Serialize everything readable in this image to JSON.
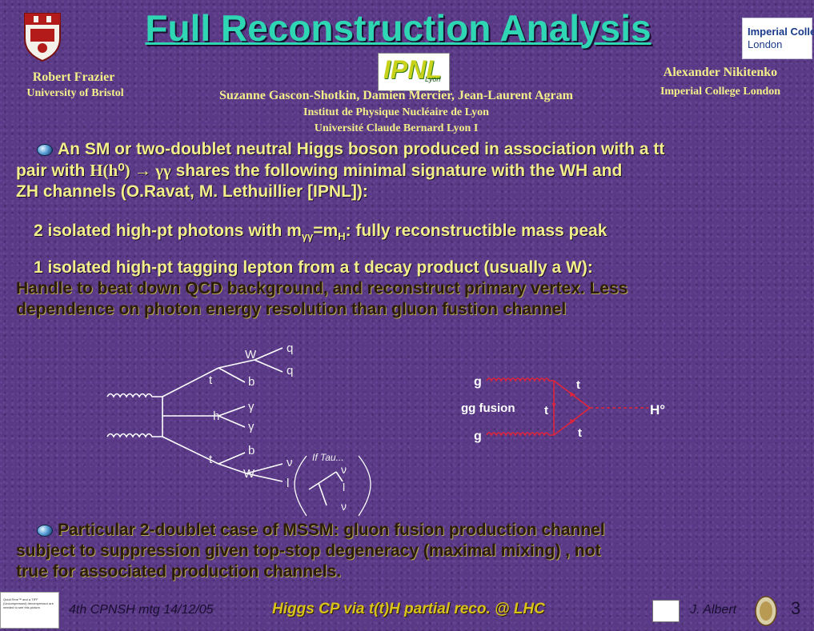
{
  "slide": {
    "title": "Full Reconstruction Analysis",
    "authors": {
      "left_name": "Robert Frazier",
      "left_affil": "University of Bristol",
      "right_name": "Alexander Nikitenko",
      "right_affil": "Imperial College London",
      "center_names": "Suzanne Gascon-Shotkin, Damien Mercier, Jean-Laurent Agram",
      "center_affil1": "Institut de Physique Nucléaire de Lyon",
      "center_affil2": "Université Claude Bernard Lyon I"
    },
    "logos": {
      "imperial_line1": "Imperial College",
      "imperial_line2": "London",
      "ipnl": "IPNL",
      "ipnl_sub": "Lyon"
    },
    "intro": {
      "line1": "An SM or two-doublet neutral Higgs boson produced in association with a tt",
      "line2a": "pair with ",
      "line2_formula": "H(h⁰) → γγ",
      "line2b": " shares the following minimal signature with the WH and",
      "line3": "ZH channels (O.Ravat, M. Lethuillier [IPNL]):"
    },
    "point1": {
      "a": "2 isolated high-pt photons with m",
      "sub1": "γγ",
      "b": "=m",
      "sub2": "H",
      "c": ": fully reconstructible mass peak"
    },
    "point2": {
      "line1": "1 isolated high-pt tagging lepton from a t decay product (usually a W):",
      "line2": "Handle to beat down QCD background, and reconstruct primary vertex.  Less",
      "line3": "dependence on photon energy resolution than gluon fustion channel"
    },
    "diagram1": {
      "labels": [
        "t",
        "W",
        "q",
        "q",
        "b",
        "h",
        "γ",
        "γ",
        "b",
        "t",
        "W",
        "ν",
        "l"
      ],
      "tau_note": "If Tau...",
      "tau_labels": [
        "ν",
        "l",
        "ν"
      ]
    },
    "diagram2": {
      "g1": "g",
      "g2": "g",
      "fusion": "gg fusion",
      "t1": "t",
      "t2": "t",
      "t3": "t",
      "higgs": "H°"
    },
    "mssm": {
      "line1": "Particular 2-doublet case of MSSM: gluon fusion production channel",
      "line2": "subject to suppression given top-stop degeneracy  (maximal mixing) , not",
      "line3": "true for associated production channels."
    },
    "footer": {
      "meeting": "4th CPNSH mtg   14/12/05",
      "talk": "Higgs CP via t(t)H partial reco. @ LHC",
      "author": "J. Albert",
      "page": "3",
      "placeholder_text": "QuickTime™ and a TIFF (Uncompressed) decompressor are needed to see this picture."
    }
  },
  "colors": {
    "title": "#2fd6b4",
    "text": "#f2ee8a",
    "talk": "#d9c21a",
    "background": "#5a3a86"
  }
}
